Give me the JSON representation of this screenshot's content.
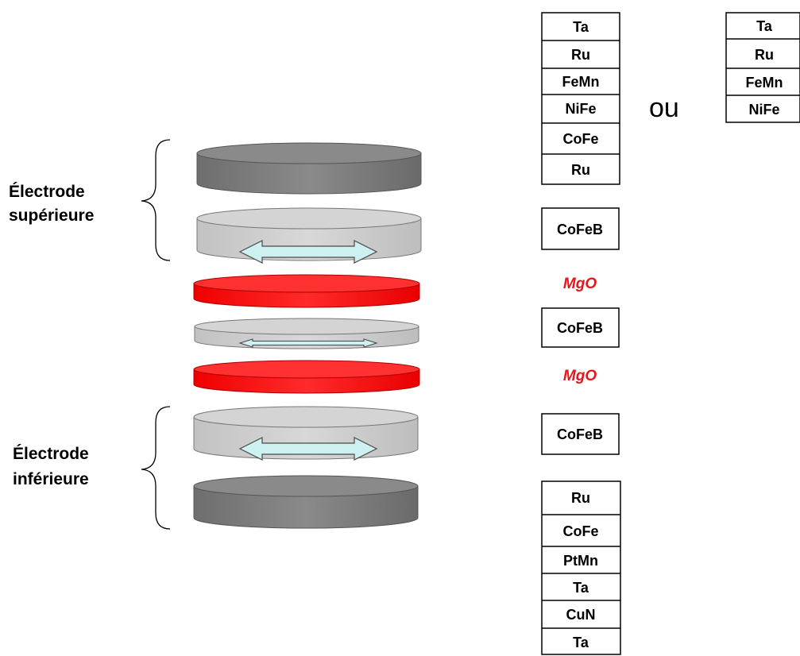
{
  "labels": {
    "top_electrode_line1": "Électrode",
    "top_electrode_line2": "supérieure",
    "bottom_electrode_line1": "Électrode",
    "bottom_electrode_line2": "inférieure"
  },
  "top_stack_a": [
    "Ta",
    "Ru",
    "FeMn",
    "NiFe",
    "CoFe",
    "Ru"
  ],
  "or_word": "ou",
  "top_stack_b": [
    "Ta",
    "Ru",
    "FeMn",
    "NiFe"
  ],
  "middle_layers": {
    "cofeb_top": "CoFeB",
    "mgo_upper": "MgO",
    "cofeb_middle": "CoFeB",
    "mgo_lower": "MgO",
    "cofeb_bottom": "CoFeB"
  },
  "bottom_stack": [
    "Ru",
    "CoFe",
    "PtMn",
    "Ta",
    "CuN",
    "Ta"
  ],
  "colors": {
    "dark_disk": "#7d7d7d",
    "light_disk": "#cfcfcf",
    "red_disk": "#ff1a1a",
    "arrow_fill": "#cdf0f0",
    "mgo_text": "#e8141b"
  },
  "icons": [
    "double-arrow-icon",
    "brace-icon"
  ]
}
